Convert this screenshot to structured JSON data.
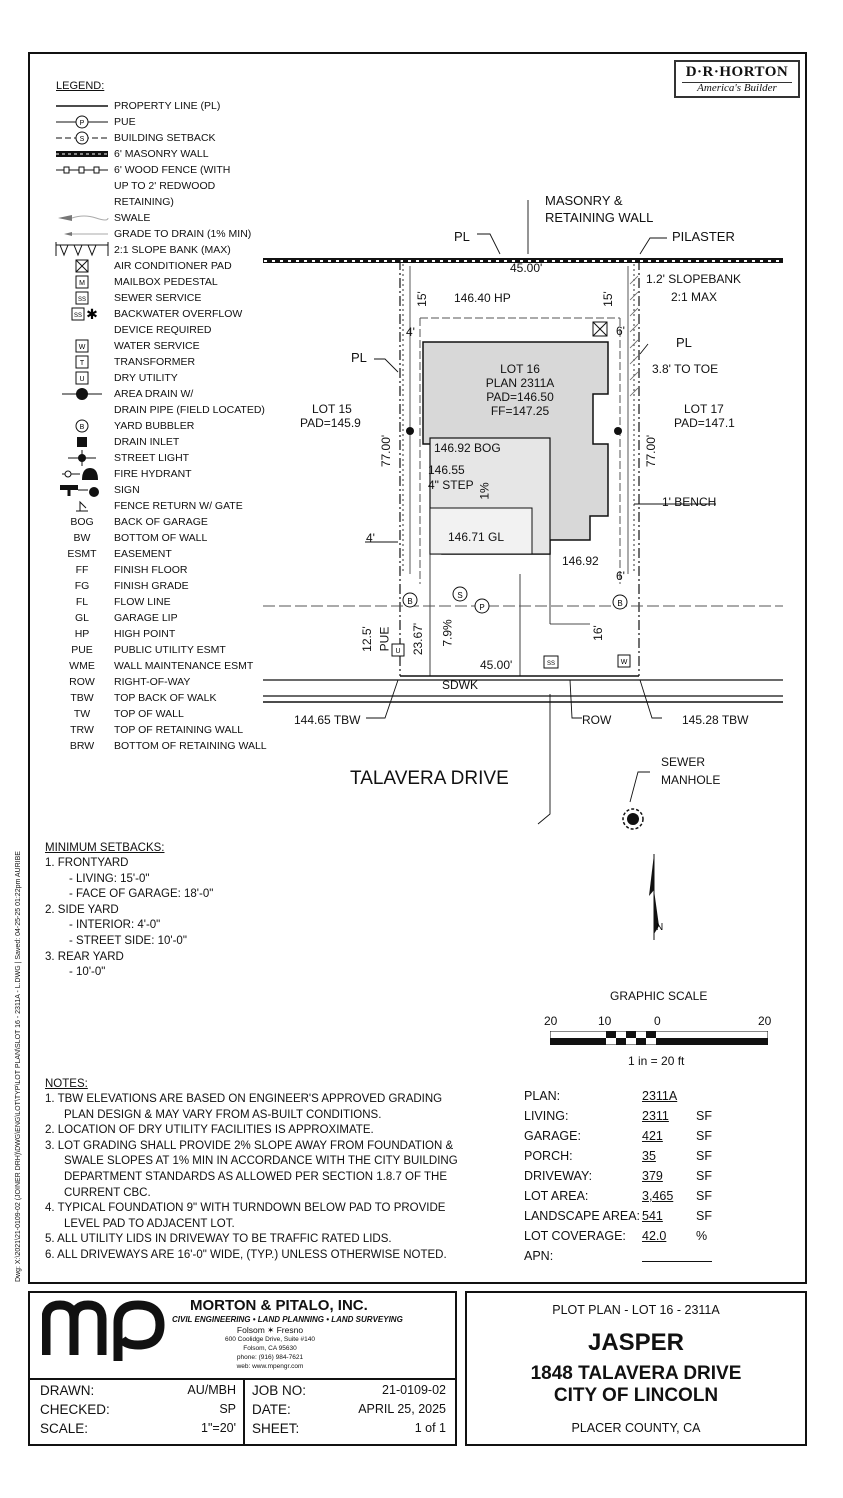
{
  "legend": {
    "title": "LEGEND:",
    "items": [
      {
        "icon": "property-line",
        "label": "PROPERTY LINE (PL)"
      },
      {
        "icon": "pue-line",
        "label": "PUE"
      },
      {
        "icon": "setback-line",
        "label": "BUILDING SETBACK"
      },
      {
        "icon": "masonry-wall",
        "label": "6' MASONRY WALL"
      },
      {
        "icon": "wood-fence",
        "label": "6' WOOD FENCE (WITH"
      },
      {
        "icon": "",
        "label": "UP TO 2' REDWOOD"
      },
      {
        "icon": "",
        "label": "RETAINING)"
      },
      {
        "icon": "swale-arrow",
        "label": "SWALE"
      },
      {
        "icon": "drain-arrow",
        "label": "GRADE TO DRAIN (1% MIN)"
      },
      {
        "icon": "slope-bank",
        "label": "2:1 SLOPE BANK (MAX)"
      },
      {
        "icon": "ac-pad",
        "label": "AIR CONDITIONER PAD"
      },
      {
        "icon": "mailbox",
        "label": "MAILBOX PEDESTAL"
      },
      {
        "icon": "sewer-service",
        "label": "SEWER SERVICE"
      },
      {
        "icon": "backwater",
        "label": "BACKWATER OVERFLOW"
      },
      {
        "icon": "",
        "label": "DEVICE REQUIRED"
      },
      {
        "icon": "water-service",
        "label": "WATER SERVICE"
      },
      {
        "icon": "transformer",
        "label": "TRANSFORMER"
      },
      {
        "icon": "dry-utility",
        "label": "DRY UTILITY"
      },
      {
        "icon": "area-drain",
        "label": "AREA DRAIN W/"
      },
      {
        "icon": "",
        "label": "DRAIN PIPE (FIELD LOCATED)"
      },
      {
        "icon": "yard-bubbler",
        "label": "YARD BUBBLER"
      },
      {
        "icon": "drain-inlet",
        "label": "DRAIN INLET"
      },
      {
        "icon": "street-light",
        "label": "STREET LIGHT"
      },
      {
        "icon": "fire-hydrant",
        "label": "FIRE HYDRANT"
      },
      {
        "icon": "sign",
        "label": "SIGN"
      },
      {
        "icon": "fence-return",
        "label": "FENCE RETURN W/ GATE"
      }
    ],
    "abbreviations": [
      {
        "abbr": "BOG",
        "label": "BACK OF GARAGE"
      },
      {
        "abbr": "BW",
        "label": "BOTTOM OF WALL"
      },
      {
        "abbr": "ESMT",
        "label": "EASEMENT"
      },
      {
        "abbr": "FF",
        "label": "FINISH FLOOR"
      },
      {
        "abbr": "FG",
        "label": "FINISH GRADE"
      },
      {
        "abbr": "FL",
        "label": "FLOW LINE"
      },
      {
        "abbr": "GL",
        "label": "GARAGE LIP"
      },
      {
        "abbr": "HP",
        "label": "HIGH POINT"
      },
      {
        "abbr": "PUE",
        "label": "PUBLIC UTILITY ESMT"
      },
      {
        "abbr": "WME",
        "label": "WALL MAINTENANCE ESMT"
      },
      {
        "abbr": "ROW",
        "label": "RIGHT-OF-WAY"
      },
      {
        "abbr": "TBW",
        "label": "TOP BACK OF WALK"
      },
      {
        "abbr": "TW",
        "label": "TOP OF WALL"
      },
      {
        "abbr": "TRW",
        "label": "TOP OF RETAINING WALL"
      },
      {
        "abbr": "BRW",
        "label": "BOTTOM OF RETAINING WALL"
      }
    ]
  },
  "logo": {
    "brand": "D·R·HORTON",
    "tagline": "America's Builder"
  },
  "plan": {
    "masonry": "MASONRY &",
    "masonry2": "RETAINING WALL",
    "pl_top": "PL",
    "pilaster": "PILASTER",
    "rear_width": "45.00'",
    "slopebank": "1.2' SLOPEBANK",
    "slopebank2": "2:1 MAX",
    "hp": "146.40 HP",
    "rear_setback_left": "15'",
    "rear_setback_right": "15'",
    "side_left": "4'",
    "side_right_top": "6'",
    "pl_right": "PL",
    "toe": "3.8' TO TOE",
    "pl_left": "PL",
    "lot": "LOT 16",
    "plan_no": "PLAN 2311A",
    "pad": "PAD=146.50",
    "ff": "FF=147.25",
    "lot15": "LOT 15",
    "lot15pad": "PAD=145.9",
    "lot17": "LOT 17",
    "lot17pad": "PAD=147.1",
    "bog": "146.92 BOG",
    "step": "146.55",
    "step2": "4\" STEP",
    "slope": "1%",
    "depth_left": "77.00'",
    "depth_right": "77.00'",
    "bench": "1' BENCH",
    "side_left_bottom": "4'",
    "gl": "146.71 GL",
    "step_right": "146.92",
    "side_right_bottom": "6'",
    "pue_width": "12.5'",
    "pue": "PUE",
    "dim_2367": "23.67'",
    "slope_79": "7.9%",
    "front_setback": "16'",
    "front_width": "45.00'",
    "sdwk": "SDWK",
    "tbw_left": "144.65 TBW",
    "row": "ROW",
    "tbw_right": "145.28 TBW",
    "street": "TALAVERA DRIVE",
    "sewer": "SEWER",
    "sewer2": "MANHOLE"
  },
  "setbacks": {
    "title": "MINIMUM SETBACKS:",
    "lines": [
      "1.  FRONTYARD",
      "-    LIVING: 15'-0\"",
      "-    FACE OF GARAGE: 18'-0\"",
      "2.  SIDE YARD",
      "-    INTERIOR: 4'-0\"",
      "-    STREET SIDE: 10'-0\"",
      "3.  REAR YARD",
      "-    10'-0\""
    ]
  },
  "scale": {
    "title": "GRAPHIC SCALE",
    "t1": "20",
    "t2": "10",
    "t3": "0",
    "t4": "20",
    "ratio": "1 in =  20 ft"
  },
  "notes": {
    "title": "NOTES:",
    "lines": [
      "1.  TBW ELEVATIONS ARE BASED ON ENGINEER'S APPROVED GRADING",
      "PLAN DESIGN & MAY VARY FROM AS-BUILT CONDITIONS.",
      "2.  LOCATION OF DRY UTILITY FACILITIES IS APPROXIMATE.",
      "3.  LOT GRADING SHALL PROVIDE 2% SLOPE AWAY FROM FOUNDATION &",
      "SWALE SLOPES AT 1% MIN IN ACCORDANCE WITH THE CITY BUILDING",
      "DEPARTMENT STANDARDS AS ALLOWED PER SECTION 1.8.7 OF THE",
      "CURRENT CBC.",
      "4.  TYPICAL FOUNDATION 9\" WITH TURNDOWN BELOW PAD TO PROVIDE",
      "LEVEL PAD TO ADJACENT LOT.",
      "5.  ALL UTILITY LIDS IN DRIVEWAY TO BE TRAFFIC RATED LIDS.",
      "6.  ALL DRIVEWAYS ARE 16'-0\" WIDE, (TYP.) UNLESS OTHERWISE NOTED."
    ]
  },
  "stats": [
    {
      "label": "PLAN:",
      "value": "2311A",
      "unit": ""
    },
    {
      "label": "LIVING:",
      "value": "2311",
      "unit": "SF"
    },
    {
      "label": "GARAGE:",
      "value": "421",
      "unit": "SF"
    },
    {
      "label": "PORCH:",
      "value": "35",
      "unit": "SF"
    },
    {
      "label": "DRIVEWAY:",
      "value": "379",
      "unit": "SF"
    },
    {
      "label": "LOT AREA:",
      "value": "3,465",
      "unit": "SF"
    },
    {
      "label": "LANDSCAPE AREA:",
      "value": "541",
      "unit": "SF"
    },
    {
      "label": "LOT COVERAGE:",
      "value": "42.0",
      "unit": "%"
    },
    {
      "label": "APN:",
      "value": "",
      "unit": ""
    }
  ],
  "sidebar_text": "Dwg: X:\\2021\\21-0109-02 (JOINER DRH)\\DWG\\ENG\\LOT\\TYP\\LOT PLAN\\SLOT 16 - 2311A - L.DWG  |  Saved: 04-25-25 01:22pm  AURIBE",
  "company": {
    "name": "MORTON & PITALO, INC.",
    "services": "CIVIL ENGINEERING • LAND PLANNING • LAND SURVEYING",
    "offices": "Folsom  ✶  Fresno",
    "address": "600 Coolidge Drive, Suite #140",
    "city": "Folsom, CA 95630",
    "phone": "phone: (916) 984-7621",
    "web": "web: www.mpengr.com"
  },
  "titleblock": {
    "drawn_label": "DRAWN:",
    "drawn": "AU/MBH",
    "checked_label": "CHECKED:",
    "checked": "SP",
    "scale_label": "SCALE:",
    "scale": "1\"=20'",
    "job_label": "JOB NO:",
    "job": "21-0109-02",
    "date_label": "DATE:",
    "date": "APRIL 25, 2025",
    "sheet_label": "SHEET:",
    "sheet": "1 of 1"
  },
  "project": {
    "subtitle": "PLOT  PLAN - LOT 16 - 2311A",
    "name": "JASPER",
    "address": "1848 TALAVERA DRIVE",
    "city": "CITY OF LINCOLN",
    "county": "PLACER COUNTY, CA"
  }
}
